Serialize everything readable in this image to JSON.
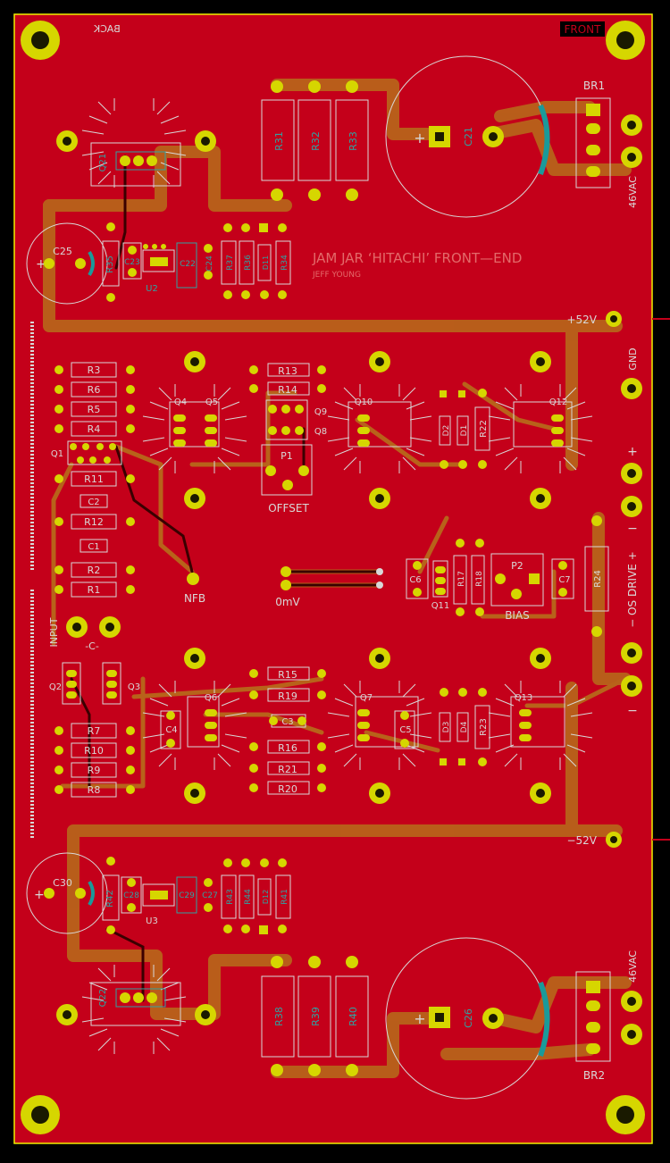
{
  "board": {
    "colors": {
      "background": "#000000",
      "board": "#c4001a",
      "trace": "#b8621a",
      "silk": "#d8d8d8",
      "fab": "#2fa3a3",
      "pad": "#d6d600",
      "hole": "#1a1a00",
      "edge": "#f0f000"
    },
    "labels": {
      "back": "BACK",
      "front": "FRONT",
      "title": "JAM JAR ‘HITACHI’ FRONT—END",
      "author": "JEFF YOUNG",
      "p52": "+52V",
      "m52": "−52V",
      "gnd": "GND",
      "plus": "+",
      "minus": "−",
      "os_drive": "− OS DRIVE +",
      "plus2": "+",
      "minus2": "−",
      "nfb": "NFB",
      "zero_mv": "0mV",
      "offset": "OFFSET",
      "bias": "BIAS",
      "input": "INPUT",
      "vac_top": "46VAC",
      "vac_bot": "46VAC"
    },
    "refs": {
      "BR1": "BR1",
      "BR2": "BR2",
      "C21": "C21",
      "C26": "C26",
      "C25": "C25",
      "C30": "C30",
      "Q21": "Q21",
      "Q22": "Q22",
      "R31": "R31",
      "R32": "R32",
      "R33": "R33",
      "R38": "R38",
      "R39": "R39",
      "R40": "R40",
      "R35": "R35",
      "C23": "C23",
      "C22": "C22",
      "C24": "C24",
      "U2": "U2",
      "R37": "R37",
      "R36": "R36",
      "D11": "D11",
      "R34": "R34",
      "R42": "R42",
      "C28": "C28",
      "C29": "C29",
      "C27": "C27",
      "U3": "U3",
      "R43": "R43",
      "R44": "R44",
      "D12": "D12",
      "R41": "R41",
      "R3": "R3",
      "R6": "R6",
      "R5": "R5",
      "R4": "R4",
      "Q1": "Q1",
      "R11": "R11",
      "C2": "C2",
      "R12": "R12",
      "C1": "C1",
      "R2": "R2",
      "R1": "R1",
      "Q4": "Q4",
      "Q5": "Q5",
      "R13": "R13",
      "R14": "R14",
      "Q9": "Q9",
      "Q8": "Q8",
      "P1": "P1",
      "Q10": "Q10",
      "D2": "D2",
      "D1": "D1",
      "R22": "R22",
      "Q12": "Q12",
      "C6": "C6",
      "Q11": "Q11",
      "R17": "R17",
      "R18": "R18",
      "P2": "P2",
      "C7": "C7",
      "R24": "R24",
      "Q2": "Q2",
      "Q3": "Q3",
      "Q6": "Q6",
      "C4": "C4",
      "R15": "R15",
      "R19": "R19",
      "C3": "C3",
      "R16": "R16",
      "R21": "R21",
      "R20": "R20",
      "Q7": "Q7",
      "C5": "C5",
      "D3": "D3",
      "D4": "D4",
      "R23": "R23",
      "Q13": "Q13",
      "R7": "R7",
      "R10": "R10",
      "R9": "R9",
      "R8": "R8"
    }
  }
}
